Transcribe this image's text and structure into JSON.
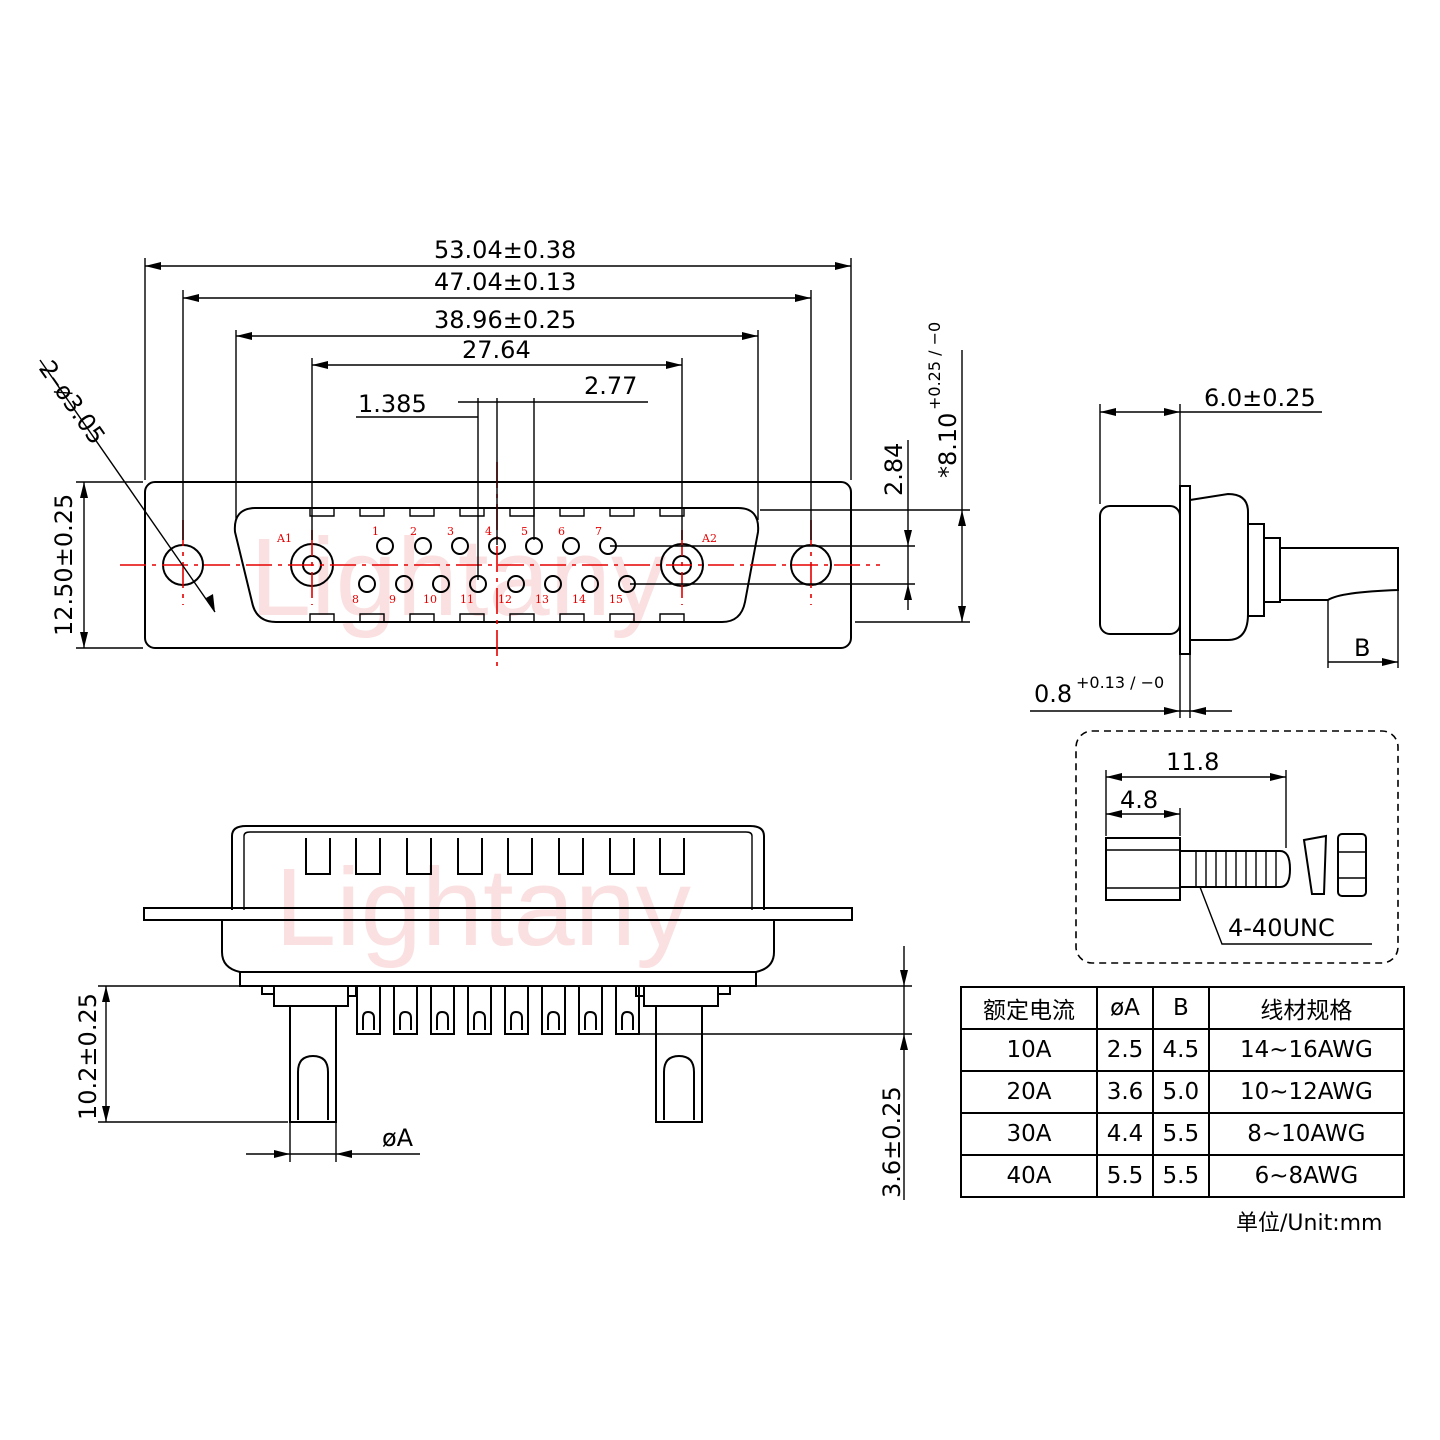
{
  "top_view": {
    "dim_overall": "53.04±0.38",
    "dim_mount": "47.04±0.13",
    "dim_shell": "38.96±0.25",
    "dim_pins": "27.64",
    "dim_pitch_half": "1.385",
    "dim_pitch": "2.77",
    "dim_hole": "2–ø3.05",
    "dim_height": "12.50±0.25",
    "dim_row": "2.84",
    "dim_depth": "*8.10",
    "dim_depth_tol": "+0.25 / −0",
    "pins_top": [
      "1",
      "2",
      "3",
      "4",
      "5",
      "6",
      "7"
    ],
    "pins_bottom": [
      "8",
      "9",
      "10",
      "11",
      "12",
      "13",
      "14",
      "15"
    ],
    "contact_a1": "A1",
    "contact_a2": "A2"
  },
  "side_view": {
    "dim_width": "6.0±0.25",
    "dim_flange": "0.8",
    "dim_flange_tol": "+0.13 / −0",
    "label_b": "B"
  },
  "screw": {
    "dim_length": "11.8",
    "dim_head": "4.8",
    "thread": "4-40UNC"
  },
  "front_view": {
    "dim_tail": "10.2±0.25",
    "dim_stub": "3.6±0.25",
    "label_a": "øA",
    "watermark": "Lightany"
  },
  "spec_table": {
    "headers": [
      "额定电流",
      "øA",
      "B",
      "线材规格"
    ],
    "rows": [
      [
        "10A",
        "2.5",
        "4.5",
        "14~16AWG"
      ],
      [
        "20A",
        "3.6",
        "5.0",
        "10~12AWG"
      ],
      [
        "30A",
        "4.4",
        "5.5",
        "8~10AWG"
      ],
      [
        "40A",
        "5.5",
        "5.5",
        "6~8AWG"
      ]
    ]
  },
  "unit_label": "单位/Unit:mm"
}
